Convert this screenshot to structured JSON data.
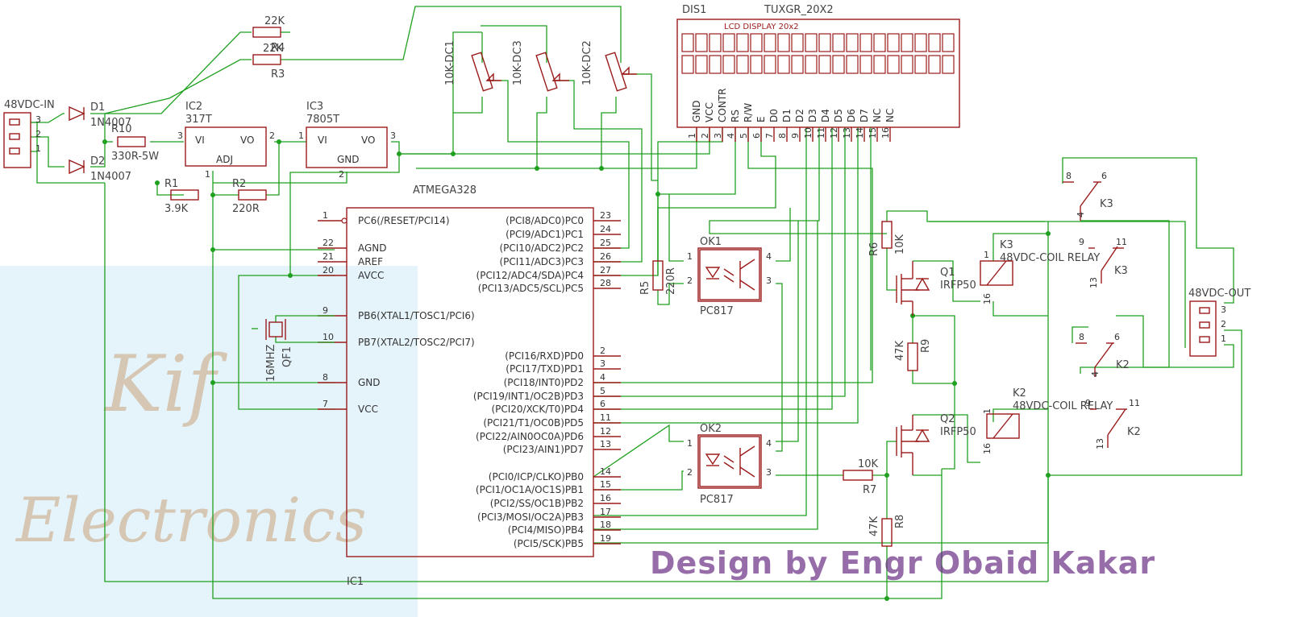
{
  "connectors": {
    "in_name": "48VDC-IN",
    "in_pins": [
      "3",
      "2",
      "1"
    ],
    "out_name": "48VDC-OUT",
    "out_pins": [
      "3",
      "2",
      "1"
    ]
  },
  "diodes": [
    {
      "ref": "D1",
      "value": "1N4007"
    },
    {
      "ref": "D2",
      "value": "1N4007"
    }
  ],
  "resistors": {
    "r10": {
      "ref": "R10",
      "value": "330R-5W"
    },
    "r1": {
      "ref": "R1",
      "value": "3.9K"
    },
    "r2": {
      "ref": "R2",
      "value": "220R"
    },
    "r4": {
      "ref": "R4",
      "value": "22K"
    },
    "r3": {
      "ref": "R3",
      "value": "22K"
    },
    "r5": {
      "ref": "R5",
      "value": "220R"
    },
    "r6": {
      "ref": "R6",
      "value": "10K"
    },
    "r7": {
      "ref": "R7",
      "value": "10K"
    },
    "r8": {
      "ref": "R8",
      "value": "47K"
    },
    "r9": {
      "ref": "R9",
      "value": "47K"
    }
  },
  "regulators": {
    "ic2": {
      "ref": "IC2",
      "part": "317T",
      "pin_vi": "VI",
      "pin_vo": "VO",
      "pin_adj": "ADJ",
      "n1": "1",
      "n2": "2",
      "n3": "3"
    },
    "ic3": {
      "ref": "IC3",
      "part": "7805T",
      "pin_vi": "VI",
      "pin_vo": "VO",
      "pin_gnd": "GND",
      "n1": "1",
      "n2": "2",
      "n3": "3"
    }
  },
  "trimmers": [
    "10K-DC1",
    "10K-DC3",
    "10K-DC2"
  ],
  "lcd": {
    "ref": "DIS1",
    "part": "TUXGR_20X2",
    "caption": "LCD DISPLAY 20x2",
    "pins": [
      {
        "label": "GND",
        "num": "1"
      },
      {
        "label": "VCC",
        "num": "2"
      },
      {
        "label": "CONTR",
        "num": "3"
      },
      {
        "label": "RS",
        "num": "4"
      },
      {
        "label": "R/W",
        "num": "5"
      },
      {
        "label": "E",
        "num": "6"
      },
      {
        "label": "D0",
        "num": "7"
      },
      {
        "label": "D1",
        "num": "8"
      },
      {
        "label": "D2",
        "num": "9"
      },
      {
        "label": "D3",
        "num": "10"
      },
      {
        "label": "D4",
        "num": "11"
      },
      {
        "label": "D5",
        "num": "12"
      },
      {
        "label": "D6",
        "num": "13"
      },
      {
        "label": "D7",
        "num": "14"
      },
      {
        "label": "NC",
        "num": "15"
      },
      {
        "label": "NC",
        "num": "16"
      }
    ]
  },
  "mcu": {
    "part": "ATMEGA328",
    "ref": "IC1",
    "left_pins": [
      {
        "num": "1",
        "label": "PC6(/RESET/PCI14)"
      },
      {
        "num": "22",
        "label": "AGND"
      },
      {
        "num": "21",
        "label": "AREF"
      },
      {
        "num": "20",
        "label": "AVCC"
      },
      {
        "num": "9",
        "label": "PB6(XTAL1/TOSC1/PCI6)"
      },
      {
        "num": "10",
        "label": "PB7(XTAL2/TOSC2/PCI7)"
      },
      {
        "num": "8",
        "label": "GND"
      },
      {
        "num": "7",
        "label": "VCC"
      }
    ],
    "right_pins": [
      {
        "num": "23",
        "label": "(PCI8/ADC0)PC0"
      },
      {
        "num": "24",
        "label": "(PCI9/ADC1)PC1"
      },
      {
        "num": "25",
        "label": "(PCI10/ADC2)PC2"
      },
      {
        "num": "26",
        "label": "(PCI11/ADC3)PC3"
      },
      {
        "num": "27",
        "label": "(PCI12/ADC4/SDA)PC4"
      },
      {
        "num": "28",
        "label": "(PCI13/ADC5/SCL)PC5"
      },
      {
        "num": "2",
        "label": "(PCI16/RXD)PD0"
      },
      {
        "num": "3",
        "label": "(PCI17/TXD)PD1"
      },
      {
        "num": "4",
        "label": "(PCI18/INT0)PD2"
      },
      {
        "num": "5",
        "label": "(PCI19/INT1/OC2B)PD3"
      },
      {
        "num": "6",
        "label": "(PCI20/XCK/T0)PD4"
      },
      {
        "num": "11",
        "label": "(PCI21/T1/OC0B)PD5"
      },
      {
        "num": "12",
        "label": "(PCI22/AIN0OC0A)PD6"
      },
      {
        "num": "13",
        "label": "(PCI23/AIN1)PD7"
      },
      {
        "num": "14",
        "label": "(PCI0/ICP/CLKO)PB0"
      },
      {
        "num": "15",
        "label": "(PCI1/OC1A/OC1S)PB1"
      },
      {
        "num": "16",
        "label": "(PCI2/SS/OC1B)PB2"
      },
      {
        "num": "17",
        "label": "(PCI3/MOSI/OC2A)PB3"
      },
      {
        "num": "18",
        "label": "(PCI4/MISO)PB4"
      },
      {
        "num": "19",
        "label": "(PCI5/SCK)PB5"
      }
    ]
  },
  "crystal": {
    "ref": "QF1",
    "value": "16MHZ"
  },
  "optos": [
    {
      "ref": "OK1",
      "part": "PC817",
      "pins": [
        "1",
        "2",
        "4",
        "3"
      ]
    },
    {
      "ref": "OK2",
      "part": "PC817",
      "pins": [
        "1",
        "2",
        "4",
        "3"
      ]
    }
  ],
  "mosfets": [
    {
      "ref": "Q1",
      "part": "IRFP50"
    },
    {
      "ref": "Q2",
      "part": "IRFP50"
    }
  ],
  "relays": {
    "k3_coil": {
      "ref": "K3",
      "label": "48VDC-COIL RELAY",
      "p1": "1",
      "p16": "16"
    },
    "k2_coil": {
      "ref": "K2",
      "label": "48VDC-COIL RELAY",
      "p1": "1",
      "p16": "16"
    },
    "k3_contacts": [
      {
        "ref": "K3",
        "a": "8",
        "b": "6",
        "c": "4"
      },
      {
        "ref": "K3",
        "a": "9",
        "b": "11",
        "c": "13"
      }
    ],
    "k2_contacts": [
      {
        "ref": "K2",
        "a": "8",
        "b": "6",
        "c": "4"
      },
      {
        "ref": "K2",
        "a": "9",
        "b": "11",
        "c": "13"
      }
    ]
  },
  "watermark": {
    "line1": "Kif",
    "line2": "Electronics"
  },
  "credit": "Design by Engr Obaid Kakar",
  "colors": {
    "wire": "#1fa01f",
    "part": "#9b1b1b",
    "watermark_panel": "#cfe9f6",
    "credit": "#6a2f86"
  }
}
